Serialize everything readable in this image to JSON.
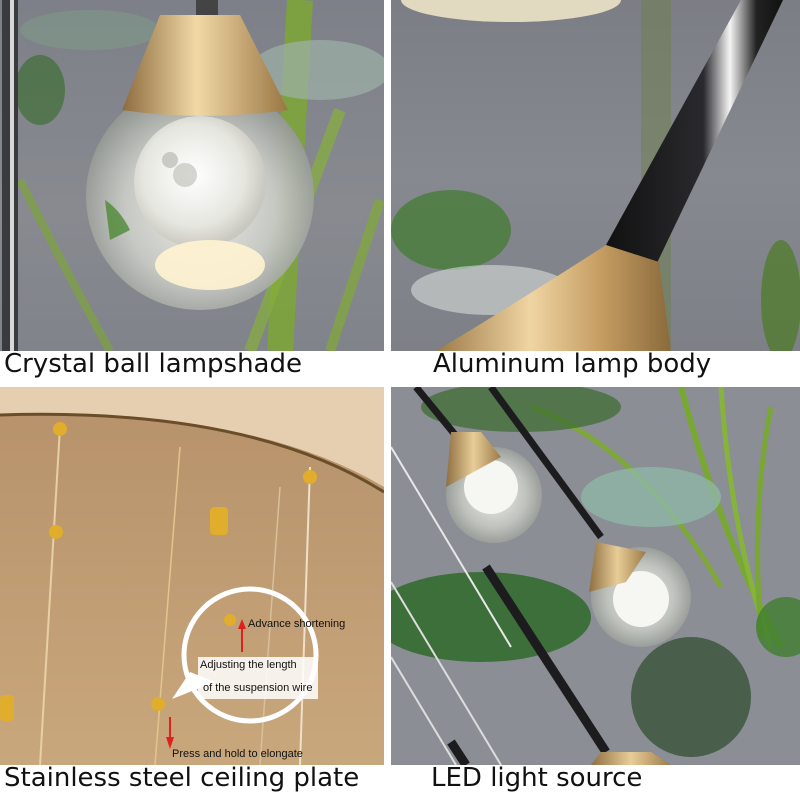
{
  "panels": [
    {
      "id": "crystal-ball",
      "caption": "Crystal ball lampshade",
      "subject": "crystal ball pendant with moon globe and gold cone cap"
    },
    {
      "id": "lamp-body",
      "caption": "Aluminum lamp body",
      "subject": "black rod with gold fluted cone"
    },
    {
      "id": "ceiling-plate",
      "caption": "Stainless steel ceiling plate",
      "subject": "gold ceiling plate with suspension wires",
      "annotations": {
        "shorten": "Advance shortening",
        "callout_line1": "Adjusting the length",
        "callout_line2": "of the suspension wire",
        "elongate": "Press and hold to elongate"
      },
      "arrow_color": "#e02020"
    },
    {
      "id": "led-source",
      "caption": "LED light source",
      "subject": "multiple crystal pendants hanging on black rods in front of plants"
    }
  ],
  "colors": {
    "gold": "#c9a46a",
    "background_grey": "#868990",
    "plant_green": "#6a9a2a",
    "caption_text": "#111111"
  }
}
